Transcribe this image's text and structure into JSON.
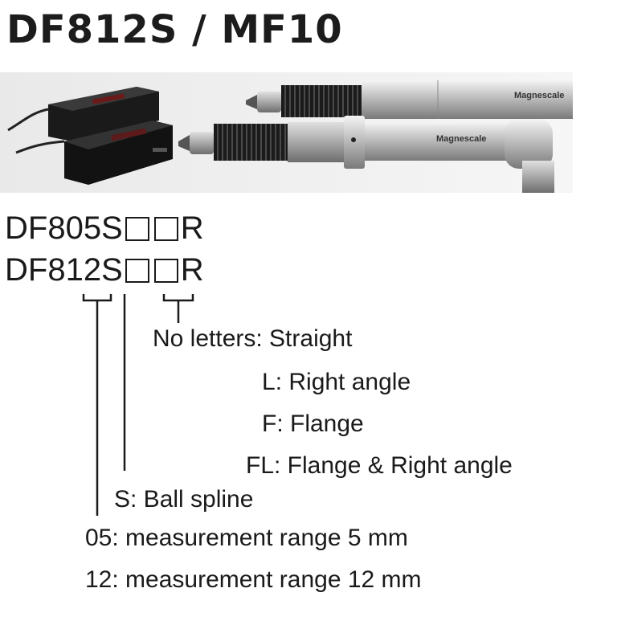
{
  "title": "DF812S / MF10",
  "photo": {
    "brand_label_top": "Magnescale",
    "brand_label_bottom": "Magnescale"
  },
  "codes": [
    {
      "prefix": "DF805S",
      "suffix": "R"
    },
    {
      "prefix": "DF812S",
      "suffix": "R"
    }
  ],
  "legend": {
    "no_letters": "No letters: Straight",
    "l_prefix": "L",
    "l_text": ": Right angle",
    "f_prefix": "F",
    "f_text": ": Flange",
    "fl_prefix": "FL",
    "fl_text": ": Flange & Right angle",
    "s": "S: Ball spline",
    "r05": "05: measurement range 5 mm",
    "r12": "12: measurement range 12 mm"
  }
}
